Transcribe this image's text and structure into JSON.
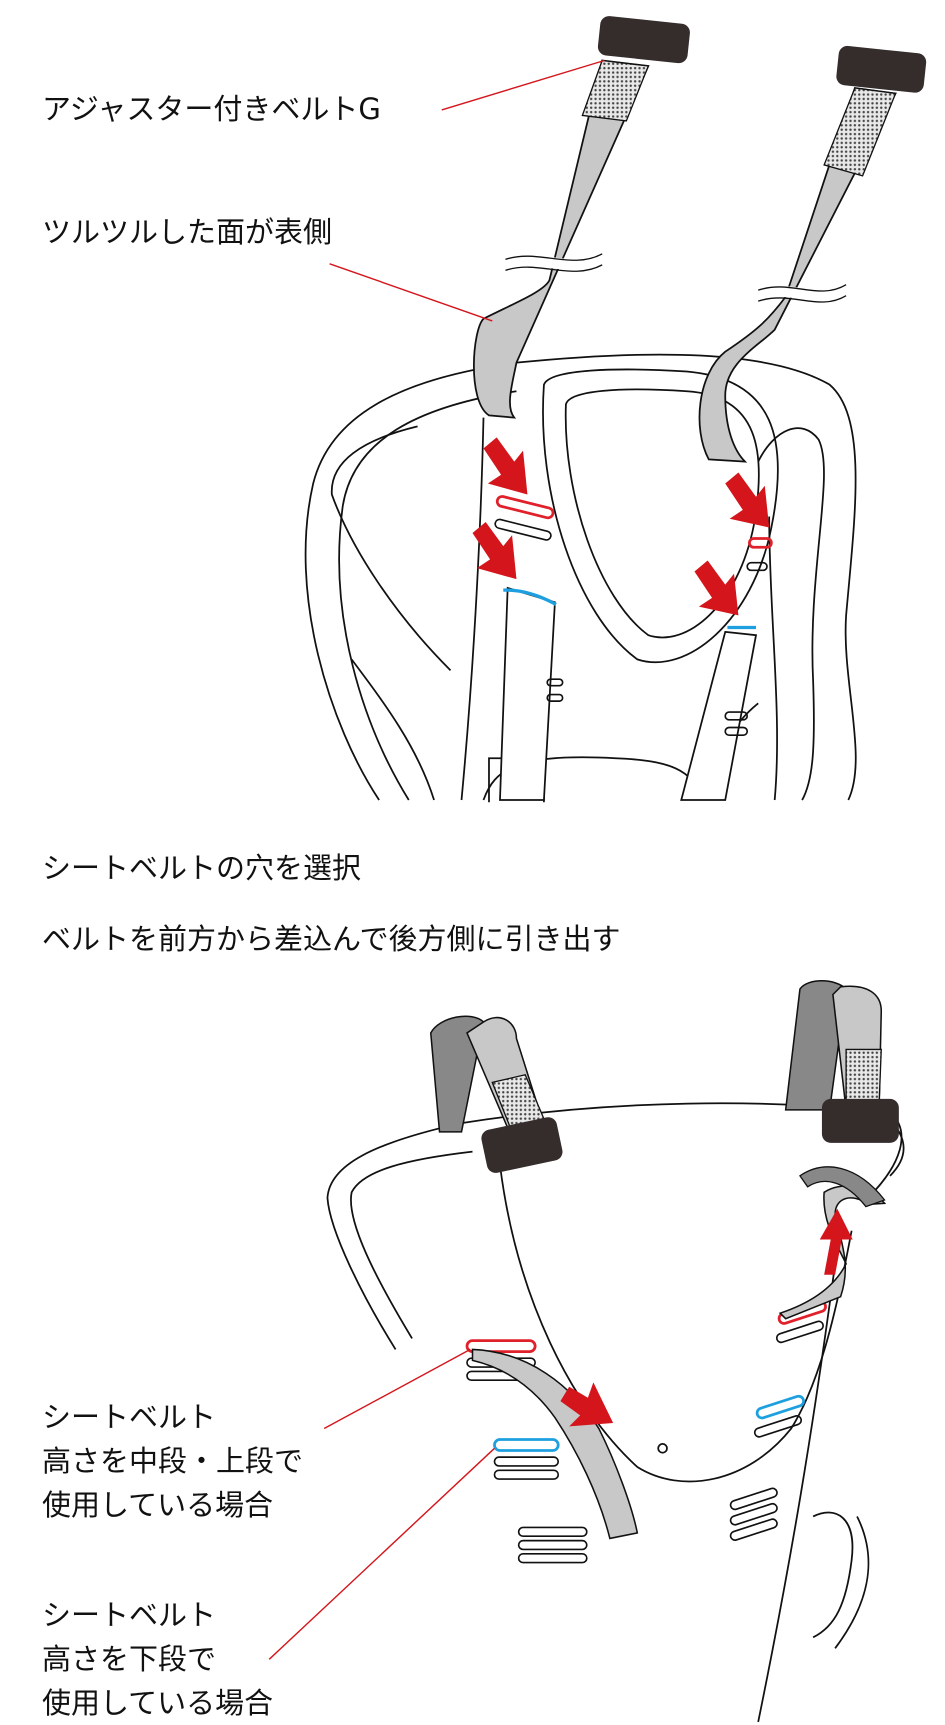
{
  "top_figure": {
    "label_adjuster_belt": "アジャスター付きベルトG",
    "label_smooth_side": "ツルツルした面が表側"
  },
  "instructions": {
    "step1": "シートベルトの穴を選択",
    "step2": "ベルトを前方から差込んで後方側に引き出す"
  },
  "bottom_figure": {
    "label_mid_upper": [
      "シートベルト",
      "高さを中段・上段で",
      "使用している場合"
    ],
    "label_lower": [
      "シートベルト",
      "高さを下段で",
      "使用している場合"
    ]
  },
  "colors": {
    "callout_line": "#d4161c",
    "arrow": "#d4161c",
    "slot_upper": "#e0202a",
    "slot_lower": "#1ea0e0",
    "belt": "#c8c8c8",
    "belt_dark": "#8a8a8a",
    "buckle": "#352c2c"
  }
}
